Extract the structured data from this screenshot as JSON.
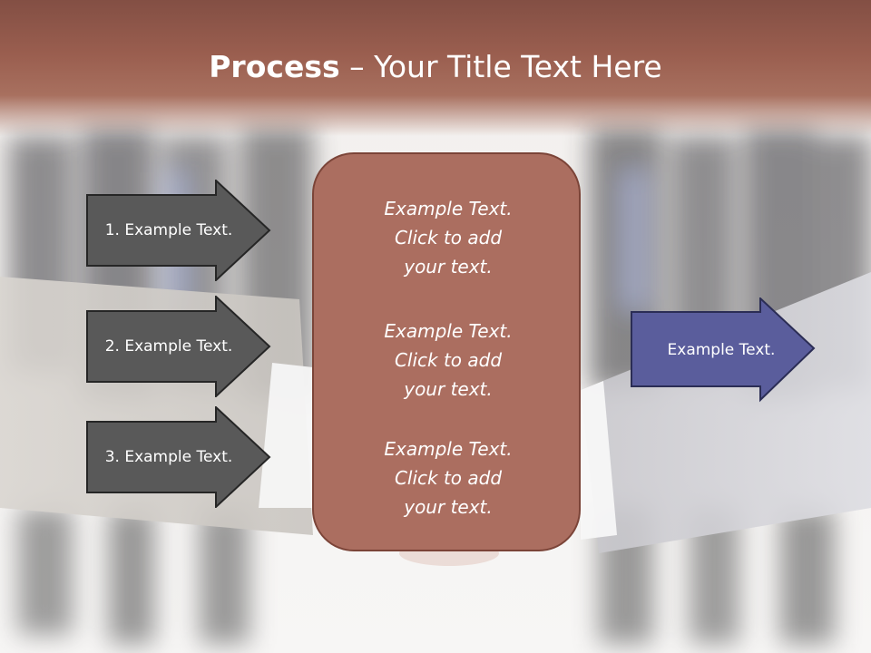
{
  "title": {
    "bold": "Process",
    "rest": " – Your Title Text Here"
  },
  "left_arrows": [
    {
      "label": "1. Example Text."
    },
    {
      "label": "2. Example Text."
    },
    {
      "label": "3. Example Text."
    }
  ],
  "center_box": {
    "blocks": [
      {
        "text": "Example Text.\nClick  to add\nyour text."
      },
      {
        "text": "Example Text.\nClick  to add\nyour text."
      },
      {
        "text": "Example Text.\nClick  to add\nyour text."
      }
    ]
  },
  "right_arrow": {
    "label": "Example Text."
  },
  "colors": {
    "title_bar": "#8f5748",
    "left_arrow_fill": "#595959",
    "center_fill": "#ab6e60",
    "center_border": "#7b4438",
    "right_arrow_fill": "#5a5d9c"
  }
}
